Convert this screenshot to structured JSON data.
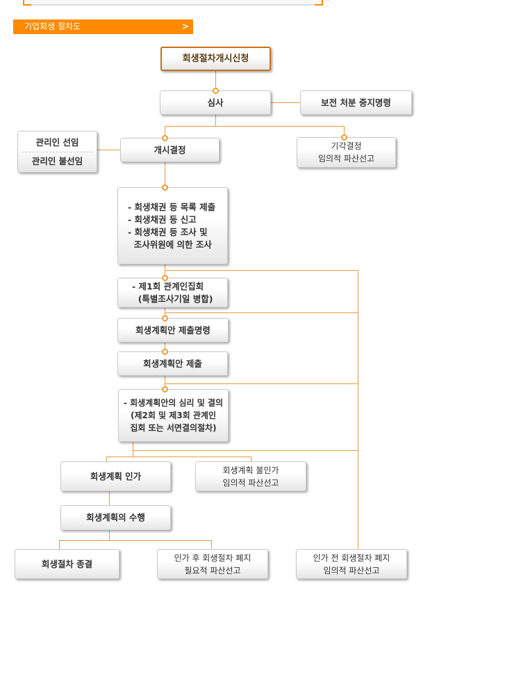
{
  "section_title": "기업회생 절차도",
  "chevron_icon": "chevron-right-icon",
  "colors": {
    "accent": "#ff8a00",
    "line": "#e39a3c"
  },
  "nodes": {
    "petition": "회생절차개시신청",
    "review": "심사",
    "preservation": "보전 처분 중지명령",
    "manager_appoint": "관리인 선임",
    "manager_not_appoint": "관리인 불선임",
    "commencement": "개시결정",
    "dismissal": "기각결정\n임의적 파산선고",
    "claims": "- 회생채권 등 목록 제출\n- 회생채권 등 신고\n- 회생채권 등 조사 및\n  조사위원에 의한 조사",
    "first_meeting": "- 제1회 관계인집회\n  (특별조사기일 병합)",
    "plan_order": "회생계획안 제출명령",
    "plan_submit": "회생계획안 제출",
    "plan_review": "- 회생계획안의 심리 및 결의\n(제2회 및 제3회 관계인\n집회 또는 서면결의절차)",
    "approval": "회생계획 인가",
    "disapproval": "회생계획 불인가\n임의적 파산선고",
    "execution": "회생계획의 수행",
    "termination": "회생절차 종결",
    "post_abolish": "인가 후 회생절차 폐지\n필요적 파산선고",
    "pre_abolish": "인가 전 회생절차 폐지\n임의적 파산선고"
  }
}
